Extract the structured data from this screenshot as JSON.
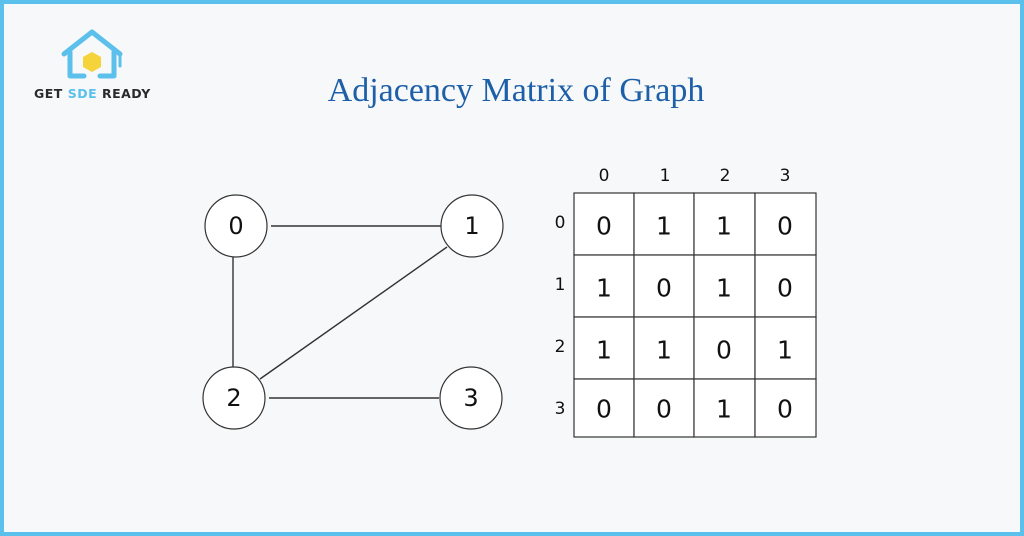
{
  "brand": {
    "word1": "GET",
    "word2": "SDE",
    "word3": "READY",
    "colors": {
      "accent": "#5bc0eb",
      "dark": "#2b2b2b",
      "hex": "#f5d33b"
    }
  },
  "title": "Adjacency Matrix of Graph",
  "graph": {
    "nodes": [
      {
        "id": "0",
        "label": "0"
      },
      {
        "id": "1",
        "label": "1"
      },
      {
        "id": "2",
        "label": "2"
      },
      {
        "id": "3",
        "label": "3"
      }
    ],
    "edges": [
      {
        "from": "0",
        "to": "1"
      },
      {
        "from": "0",
        "to": "2"
      },
      {
        "from": "1",
        "to": "2"
      },
      {
        "from": "2",
        "to": "3"
      }
    ]
  },
  "matrix": {
    "col_headers": [
      "0",
      "1",
      "2",
      "3"
    ],
    "row_headers": [
      "0",
      "1",
      "2",
      "3"
    ],
    "cells": [
      [
        "0",
        "1",
        "1",
        "0"
      ],
      [
        "1",
        "0",
        "1",
        "0"
      ],
      [
        "1",
        "1",
        "0",
        "1"
      ],
      [
        "0",
        "0",
        "1",
        "0"
      ]
    ]
  }
}
